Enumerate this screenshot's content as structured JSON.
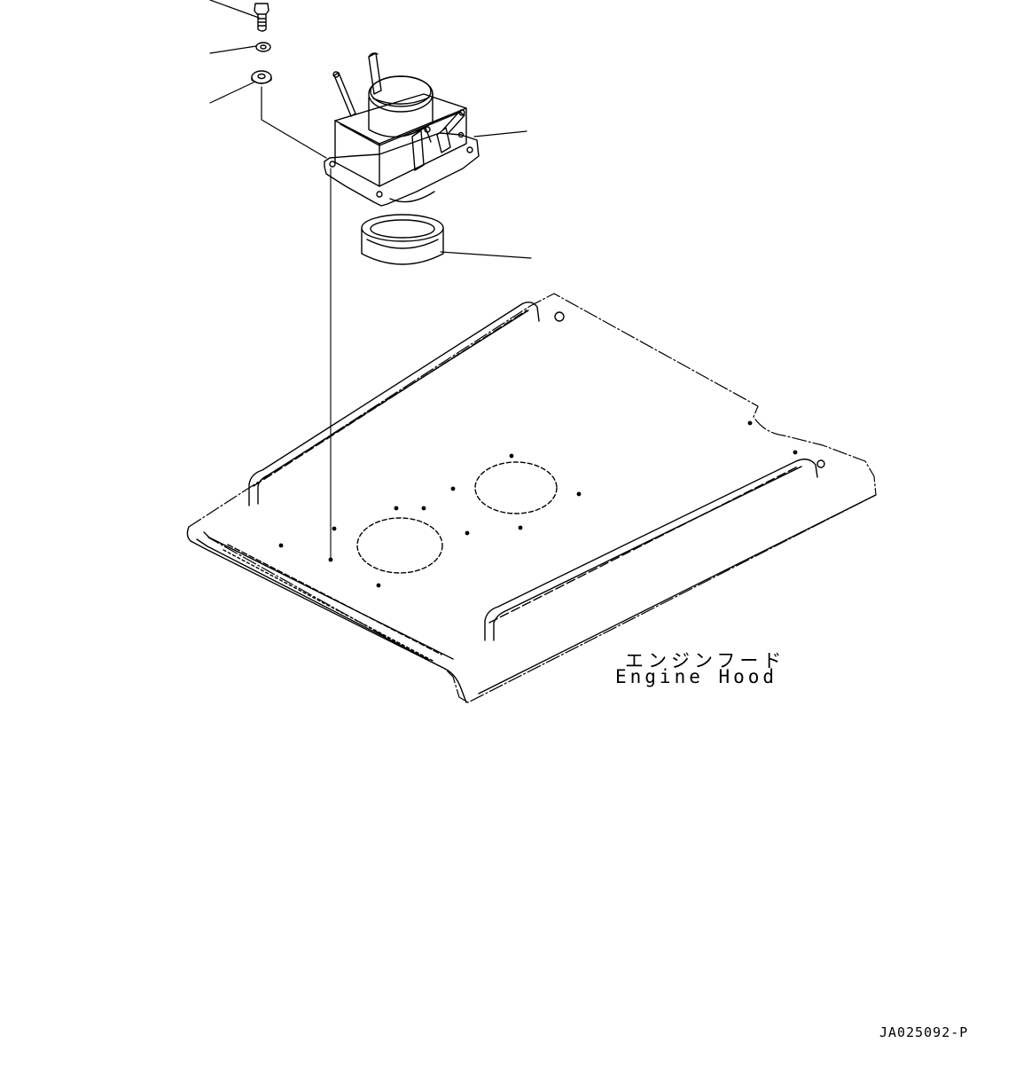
{
  "diagram": {
    "hood_label_jp": "エンジンフード",
    "hood_label_en": "Engine Hood",
    "drawing_number": "JA025092-P"
  }
}
